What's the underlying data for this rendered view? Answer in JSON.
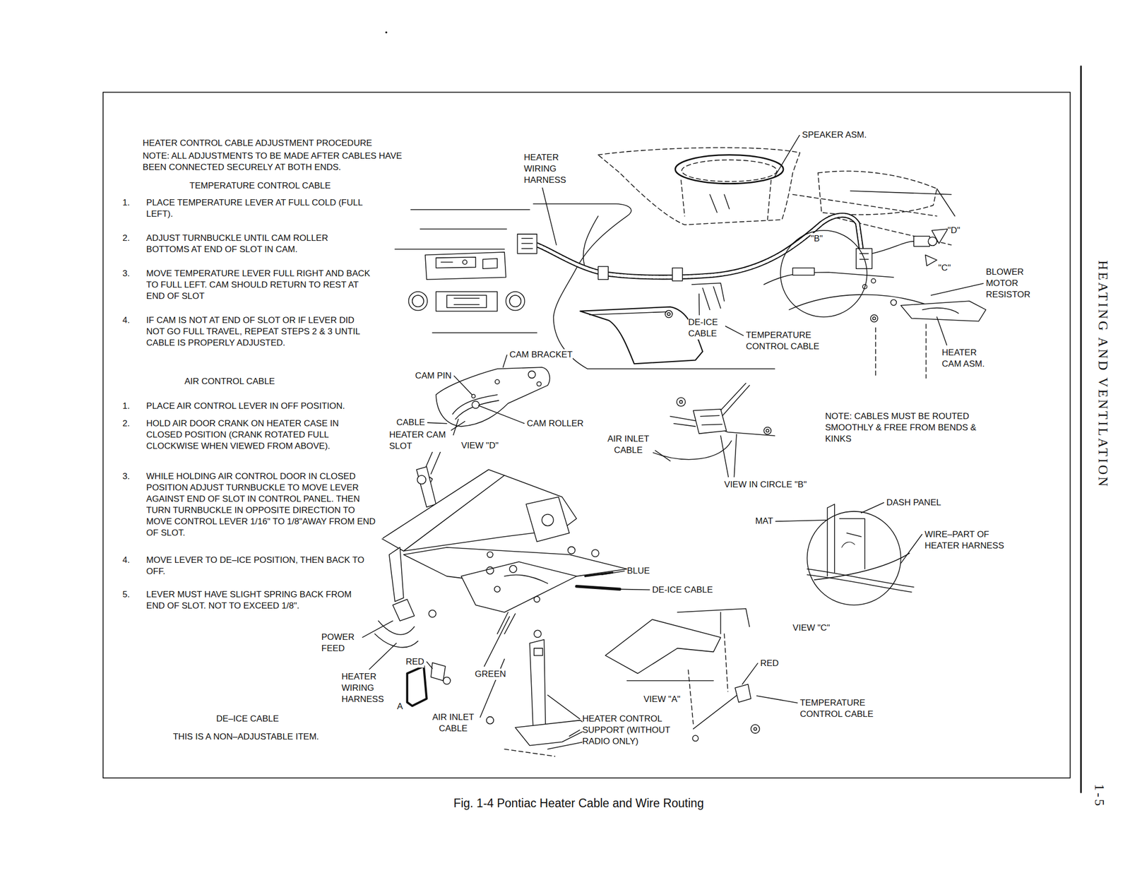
{
  "diagram": {
    "caption": "Fig. 1-4 Pontiac Heater Cable and Wire Routing",
    "labels": [
      "HEATER CONTROL CABLE ADJUSTMENT PROCEDURE",
      "NOTE: ALL ADJUSTMENTS TO BE MADE AFTER CABLES HAVE BEEN CONNECTED SECURELY AT BOTH ENDS.",
      "TEMPERATURE CONTROL CABLE",
      "1.",
      "PLACE TEMPERATURE LEVER AT FULL COLD (FULL LEFT).",
      "2.",
      "ADJUST TURNBUCKLE UNTIL CAM ROLLER BOTTOMS AT END OF SLOT IN CAM.",
      "3.",
      "MOVE TEMPERATURE LEVER FULL RIGHT AND BACK TO FULL LEFT. CAM SHOULD RETURN TO REST AT END OF SLOT",
      "4.",
      "IF CAM IS NOT AT END OF SLOT OR IF LEVER DID NOT GO FULL TRAVEL, REPEAT STEPS 2 & 3 UNTIL CABLE IS PROPERLY ADJUSTED.",
      "AIR CONTROL CABLE",
      "1.",
      "PLACE AIR CONTROL LEVER IN OFF POSITION.",
      "2.",
      "HOLD AIR DOOR CRANK ON HEATER CASE IN CLOSED POSITION (CRANK ROTATED FULL CLOCKWISE WHEN VIEWED FROM ABOVE).",
      "3.",
      "WHILE HOLDING AIR CONTROL DOOR IN CLOSED POSITION ADJUST TURNBUCKLE TO MOVE LEVER AGAINST END OF SLOT IN CONTROL PANEL. THEN TURN TURNBUCKLE IN OPPOSITE DIRECTION TO MOVE CONTROL LEVER 1/16\" TO 1/8\"AWAY FROM END OF SLOT.",
      "4.",
      "MOVE LEVER TO DE–ICE POSITION, THEN BACK TO OFF.",
      "5.",
      "LEVER MUST HAVE SLIGHT SPRING BACK FROM END OF SLOT. NOT TO EXCEED 1/8\".",
      "DE–ICE CABLE",
      "THIS IS A NON–ADJUSTABLE ITEM.",
      "HEATER WIRING HARNESS",
      "SPEAKER ASM.",
      "\"D\"",
      "\"B\"",
      "\"C\"",
      "BLOWER MOTOR RESISTOR",
      "DE-ICE CABLE",
      "TEMPERATURE CONTROL CABLE",
      "HEATER CAM ASM.",
      "CAM BRACKET",
      "CAM PIN",
      "CABLE",
      "CAM ROLLER",
      "HEATER CAM SLOT",
      "VIEW \"D\"",
      "AIR INLET CABLE",
      "NOTE: CABLES MUST BE ROUTED SMOOTHLY & FREE FROM BENDS & KINKS",
      "VIEW IN CIRCLE \"B\"",
      "DASH PANEL",
      "MAT",
      "WIRE–PART OF HEATER HARNESS",
      "BLUE",
      "DE-ICE CABLE",
      "VIEW \"C\"",
      "POWER FEED",
      "RED",
      "GREEN",
      "HEATER WIRING HARNESS",
      "A",
      "AIR INLET CABLE",
      "VIEW \"A\"",
      "RED",
      "TEMPERATURE CONTROL CABLE",
      "HEATER CONTROL SUPPORT (WITHOUT RADIO ONLY)",
      "HEATING AND VENTILATION",
      "1-5"
    ]
  }
}
